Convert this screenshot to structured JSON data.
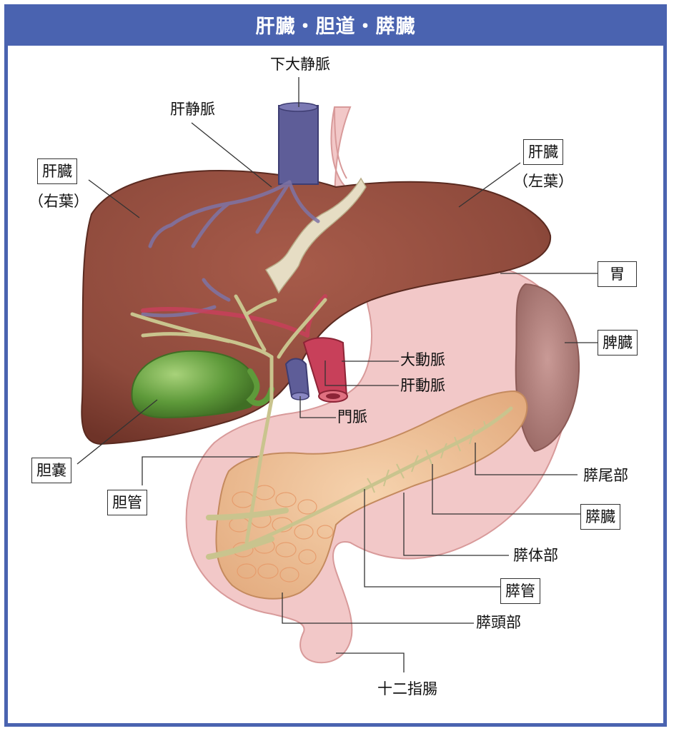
{
  "title": "肝臓・胆道・膵臓",
  "labels": {
    "ivc": "下大静脈",
    "hepatic_vein": "肝静脈",
    "liver_right": "肝臓",
    "liver_right_sub": "（右葉）",
    "liver_left": "肝臓",
    "liver_left_sub": "（左葉）",
    "stomach": "胃",
    "spleen": "脾臓",
    "aorta": "大動脈",
    "hepatic_artery": "肝動脈",
    "portal_vein": "門脈",
    "gallbladder": "胆嚢",
    "bile_duct": "胆管",
    "pancreas_tail": "膵尾部",
    "pancreas": "膵臓",
    "pancreas_body": "膵体部",
    "pancreatic_duct": "膵管",
    "pancreas_head": "膵頭部",
    "duodenum": "十二指腸"
  },
  "colors": {
    "frame": "#4a63b0",
    "liver": "#8e4a3c",
    "stomach": "#f2c8c8",
    "spleen": "#c99a96",
    "gallbladder": "#5e9a3a",
    "pancreas": "#eebf94",
    "artery": "#c8405a",
    "vein": "#5e5d98",
    "bile": "#c9c48e"
  }
}
